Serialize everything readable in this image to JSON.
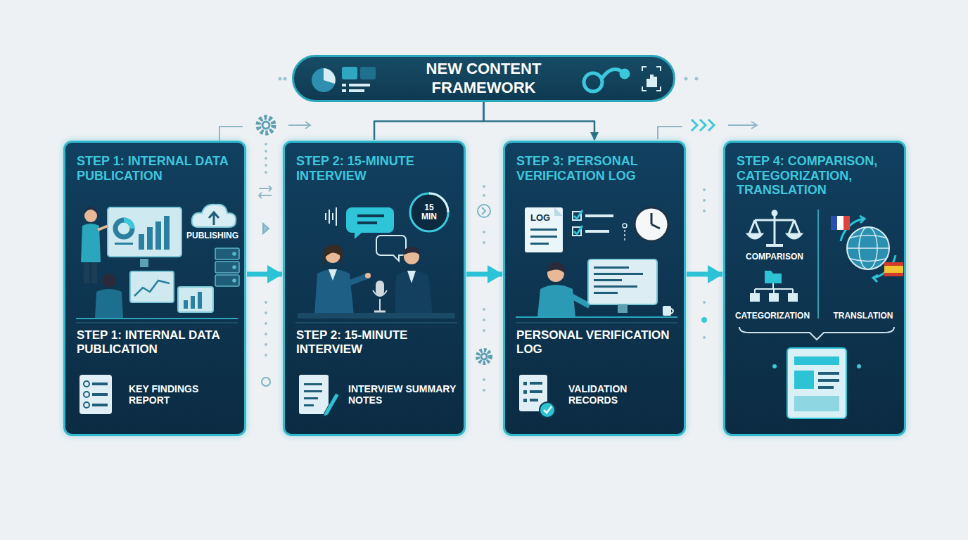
{
  "diagram": {
    "nodes": [
      {
        "text": [
          "NEW CONTENT FRAMEWORK"
        ]
      },
      {
        "text": [
          "STEP 1: INTERNAL DATA PUBLICATION",
          "STEP 1: INTERNAL DATA PUBLICATION",
          "KEY FINDINGS REPORT"
        ]
      },
      {
        "text": [
          "STEP 2: 15-MINUTE INTERVIEW",
          "STEP 2: 15-MINUTE INTERVIEW",
          "INTERVIEW SUMMARY NOTES"
        ]
      },
      {
        "text": [
          "STEP 3: PERSONAL VERIFICATION LOG",
          "PERSONAL VERIFICATION LOG",
          "VALIDATION RECORDS"
        ]
      },
      {
        "text": [
          "STEP 4: COMPARISON, CATEGORIZATION, TRANSLATION"
        ]
      }
    ],
    "edges": [
      {
        "from": 0,
        "to": 2,
        "arrow": "none"
      },
      {
        "from": 0,
        "to": 3,
        "arrow": "to"
      },
      {
        "from": 1,
        "to": 2,
        "arrow": "to"
      },
      {
        "from": 2,
        "to": 3,
        "arrow": "to"
      },
      {
        "from": 3,
        "to": 4,
        "arrow": "to"
      }
    ],
    "labels": [
      "PUBLISHING",
      "15 MIN",
      "LOG",
      "COMPARISON",
      "CATEGORIZATION",
      "TRANSLATION"
    ]
  }
}
